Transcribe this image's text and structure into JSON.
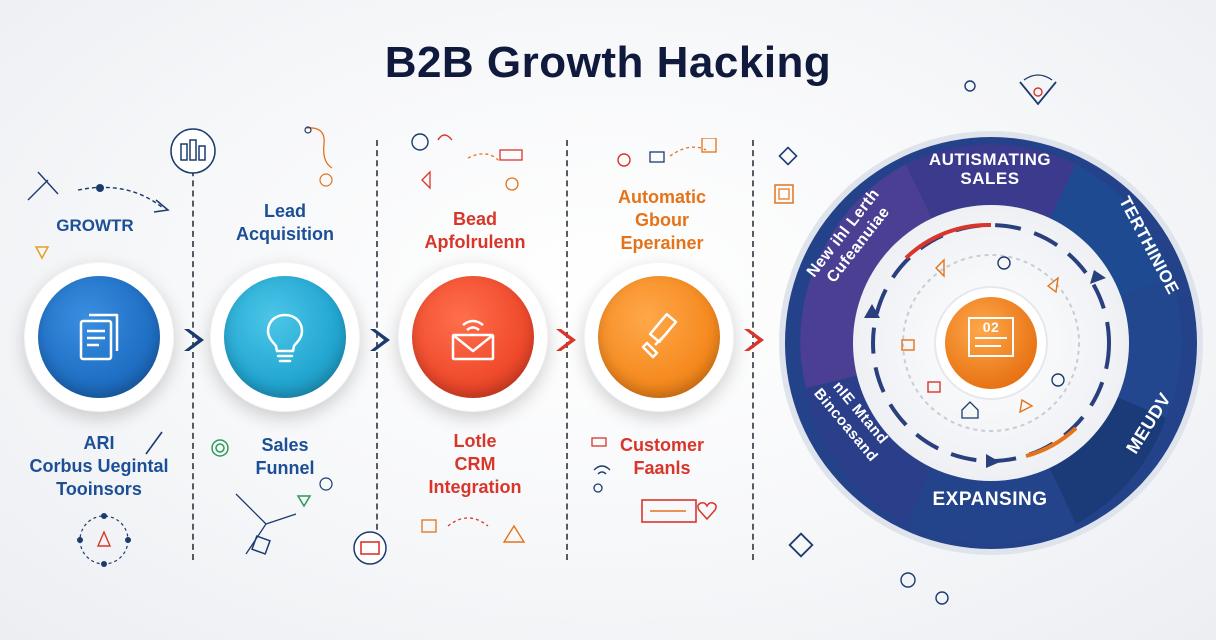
{
  "title": "B2B Growth Hacking",
  "stages": [
    {
      "top_label": [
        "GROWTR"
      ],
      "bottom_label": [
        "ARI",
        "Corbus Uegintal",
        "Tooinsors"
      ],
      "color": "#1f6fc4",
      "icon": "document-icon"
    },
    {
      "top_label": [
        "Lead",
        "Acquisition"
      ],
      "bottom_label": [
        "Sales",
        "Funnel"
      ],
      "color": "#22a6d1",
      "icon": "lightbulb-icon"
    },
    {
      "top_label": [
        "Bead",
        "Apfolrulenn"
      ],
      "bottom_label": [
        "Lotle",
        "CRM",
        "Integration"
      ],
      "color": "#ef4a2c",
      "icon": "email-icon"
    },
    {
      "top_label": [
        "Automatic",
        "Gbour",
        "Eperainer"
      ],
      "bottom_label": [
        "Customer",
        "Faanls"
      ],
      "color": "#f58a1f",
      "icon": "tools-icon"
    }
  ],
  "cycle": {
    "top": [
      "AUTISMATING",
      "SALES"
    ],
    "right": "TERTHINIOE",
    "bottom": "EXPANSING",
    "left_bottom": "MEUDV",
    "upper_left": [
      "New ihl Lerth",
      "Cufeanuiae"
    ],
    "lower_left": [
      "nIE Mtand",
      "Bincoasand"
    ],
    "center_text": "02"
  },
  "colors": {
    "title": "#101a3c",
    "navy": "#1b3a6e",
    "purple": "#4a3f92",
    "red": "#d8362a",
    "orange": "#f58a1f",
    "blue_label": "#1d4f96"
  }
}
